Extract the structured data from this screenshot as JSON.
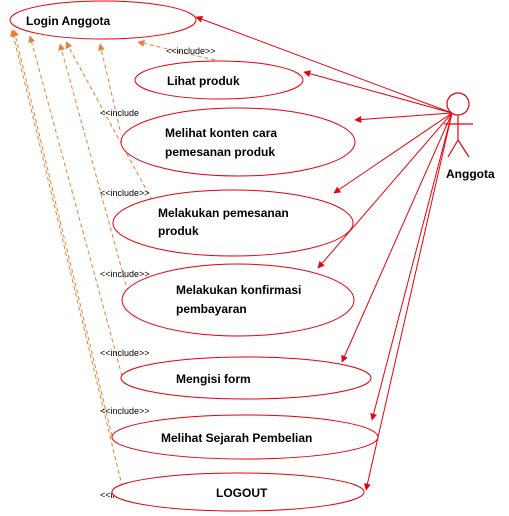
{
  "diagram": {
    "actor": {
      "name": "Anggota",
      "icon": "stick-figure-actor"
    },
    "colors": {
      "association": "#e8000b",
      "include": "#ed7d31",
      "text": "#000000",
      "background": "#ffffff"
    },
    "use_cases": [
      {
        "id": "login",
        "lines": [
          "Login Anggota"
        ]
      },
      {
        "id": "lihat-produk",
        "lines": [
          "Lihat produk"
        ]
      },
      {
        "id": "konten",
        "lines": [
          "Melihat konten cara",
          "pemesanan produk"
        ]
      },
      {
        "id": "pemesanan",
        "lines": [
          "Melakukan pemesanan",
          "produk"
        ]
      },
      {
        "id": "konfirmasi",
        "lines": [
          "Melakukan konfirmasi",
          "pembayaran"
        ]
      },
      {
        "id": "form",
        "lines": [
          "Mengisi form"
        ]
      },
      {
        "id": "sejarah",
        "lines": [
          "Melihat Sejarah Pembelian"
        ]
      },
      {
        "id": "logout",
        "lines": [
          "LOGOUT"
        ]
      }
    ],
    "include_labels": [
      "<<include>>",
      "<<include",
      "<<include>>",
      "<<include>>",
      "<<include>>",
      "<<include>>",
      "<<inc"
    ]
  }
}
